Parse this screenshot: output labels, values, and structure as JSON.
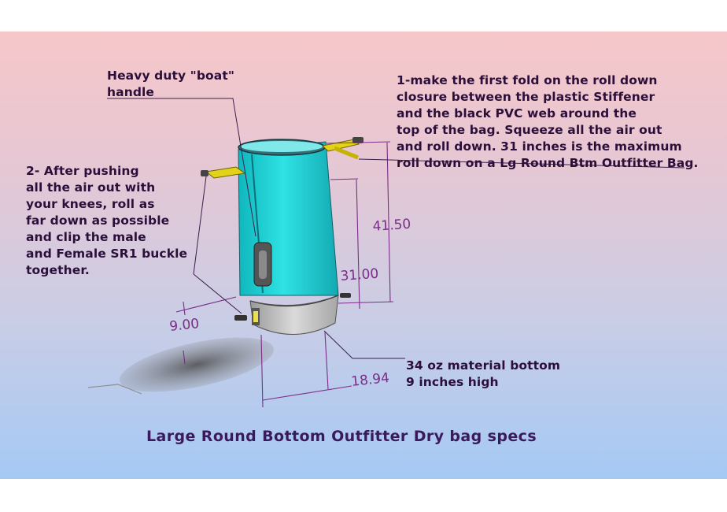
{
  "callouts": {
    "handle": "Heavy duty \"boat\"\nhandle",
    "fold": "1-make the first fold on the roll down\nclosure between the plastic Stiffener\nand the black PVC web around the\ntop of the bag.  Squeeze all the air out\nand roll down. 31 inches is the maximum\nroll down on a Lg Round Btm Outfitter Bag.",
    "push": "2- After pushing\nall the air out with\nyour knees, roll as\nfar down as possible\nand clip the male\nand Female SR1 buckle\ntogether.",
    "bottom": "34 oz material bottom\n9 inches high"
  },
  "dimensions": {
    "height_total": "41.50",
    "rolldown": "31.00",
    "bottom_height": "9.00",
    "diameter": "18.94"
  },
  "caption": "Large Round Bottom Outfitter Dry bag specs",
  "colors": {
    "bag_body": "#1fd0d4",
    "bag_bottom": "#c8c8c8",
    "handle": "#e3d21a",
    "dimension_lines": "#7a2e86",
    "text": "#2b0f3a"
  }
}
